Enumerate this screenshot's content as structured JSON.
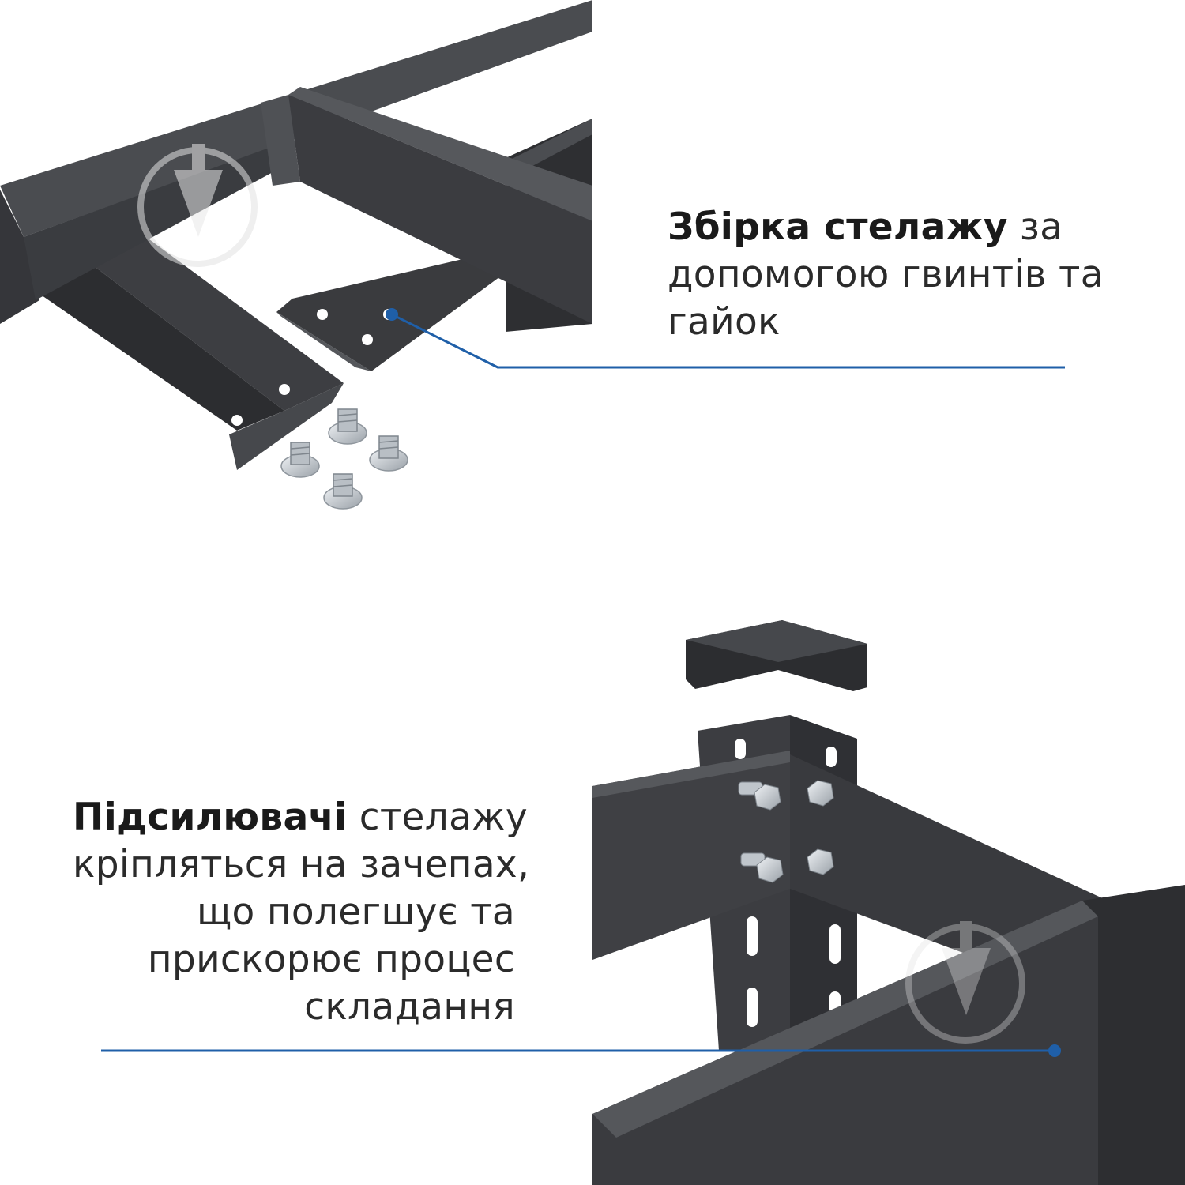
{
  "captions": {
    "top": {
      "bold": "Збірка стелажу",
      "rest": "за",
      "line2": "допомогою гвинтів та",
      "line3": "гайок"
    },
    "bottom": {
      "bold": "Підсилювачі",
      "rest": "стелажу",
      "line2": "кріпляться на зачепах,",
      "line3": "що полегшує та",
      "line4": "прискорює процес",
      "line5": "складання"
    }
  },
  "colors": {
    "steel": "#3a3b3e",
    "steel_light": "#54565a",
    "steel_dark": "#26272a",
    "accent_line": "#1f5fa8",
    "watermark": "#e2e2e2",
    "bolt": "#c7ccd2"
  },
  "icons": [
    "brand-watermark-icon",
    "bolt-icon"
  ]
}
